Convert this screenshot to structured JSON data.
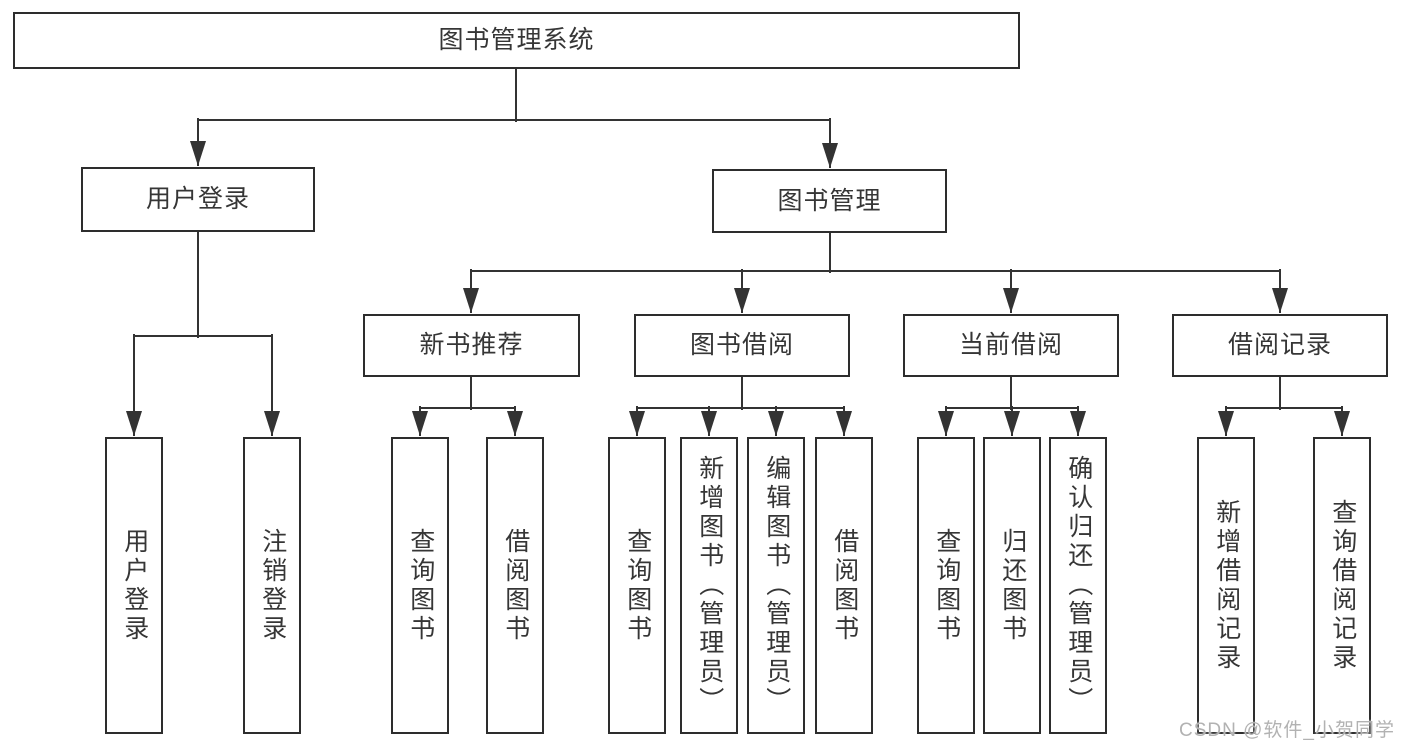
{
  "diagram": {
    "root": {
      "label": "图书管理系统"
    },
    "level2": [
      {
        "label": "用户登录",
        "children": [
          {
            "label": "用户登录"
          },
          {
            "label": "注销登录"
          }
        ]
      },
      {
        "label": "图书管理",
        "children": [
          {
            "label": "新书推荐",
            "children": [
              {
                "label": "查询图书"
              },
              {
                "label": "借阅图书"
              }
            ]
          },
          {
            "label": "图书借阅",
            "children": [
              {
                "label": "查询图书"
              },
              {
                "label": "新增图书（管理员）"
              },
              {
                "label": "编辑图书（管理员）"
              },
              {
                "label": "借阅图书"
              }
            ]
          },
          {
            "label": "当前借阅",
            "children": [
              {
                "label": "查询图书"
              },
              {
                "label": "归还图书"
              },
              {
                "label": "确认归还（管理员）"
              }
            ]
          },
          {
            "label": "借阅记录",
            "children": [
              {
                "label": "新增借阅记录"
              },
              {
                "label": "查询借阅记录"
              }
            ]
          }
        ]
      }
    ]
  },
  "watermark": {
    "label": "CSDN @软件_小贺同学"
  },
  "colors": {
    "line": "#333333",
    "box_border": "#2d2d2d",
    "text": "#363636",
    "watermark": "#b2b2b2",
    "background": "#ffffff"
  }
}
